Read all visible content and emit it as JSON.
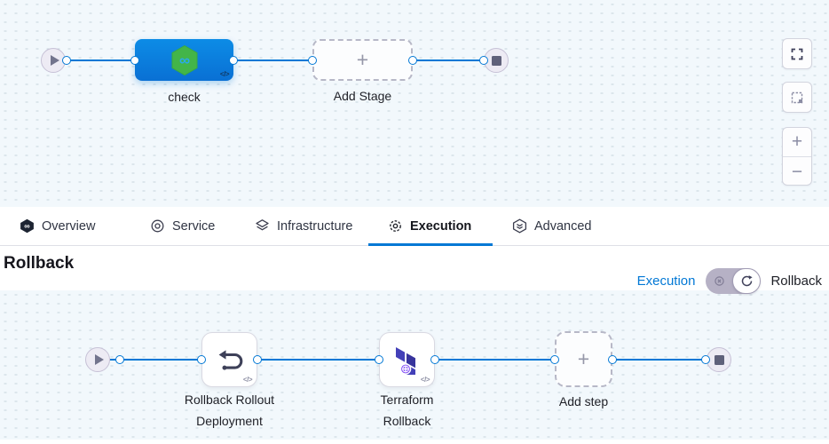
{
  "top_pipeline": {
    "stage_label": "check",
    "add_stage_label": "Add Stage",
    "plus_glyph": "+",
    "code_glyph": "</>"
  },
  "canvas_controls": {
    "zoom_in_glyph": "+",
    "zoom_out_glyph": "−"
  },
  "tabs": {
    "active": "Execution",
    "items": [
      {
        "label": "Overview"
      },
      {
        "label": "Service"
      },
      {
        "label": "Infrastructure"
      },
      {
        "label": "Execution"
      },
      {
        "label": "Advanced"
      }
    ]
  },
  "rollback_section": {
    "title": "Rollback",
    "view_toggle": {
      "execution_link": "Execution",
      "rollback_label": "Rollback"
    }
  },
  "rollback_pipeline": {
    "steps": [
      {
        "label_line1": "Rollback Rollout",
        "label_line2": "Deployment"
      },
      {
        "label_line1": "Terraform",
        "label_line2": "Rollback"
      }
    ],
    "add_step_label": "Add step",
    "plus_glyph": "+",
    "code_glyph": "</>"
  },
  "icons": {
    "infinity_glyph": "∞"
  },
  "colors": {
    "accent_blue": "#0278D5",
    "stage_blue": "#0B7DE2",
    "harness_green": "#43B549",
    "terraform_purple": "#4340B8",
    "canvas_bg": "#F2F8FC"
  }
}
